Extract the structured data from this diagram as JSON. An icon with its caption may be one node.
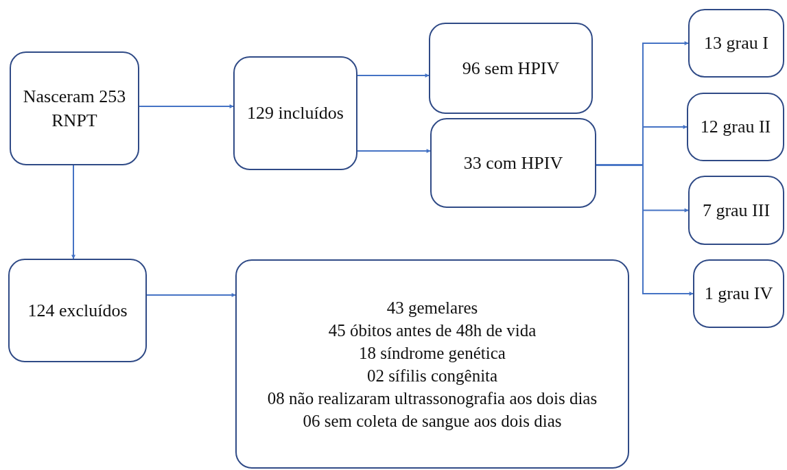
{
  "diagram": {
    "nodes": [
      {
        "text": [
          "Nasceram 253 RNPT"
        ]
      },
      {
        "text": [
          "129 incluídos"
        ]
      },
      {
        "text": [
          "96 sem HPIV"
        ]
      },
      {
        "text": [
          "33 com HPIV"
        ]
      },
      {
        "text": [
          "13 grau I"
        ]
      },
      {
        "text": [
          "12 grau II"
        ]
      },
      {
        "text": [
          "7 grau III"
        ]
      },
      {
        "text": [
          "1 grau IV"
        ]
      },
      {
        "text": [
          "124 excluídos"
        ]
      },
      {
        "text": [
          "43 gemelares",
          "45 óbitos antes de 48h de vida",
          "18 síndrome genética",
          "02 sífilis congênita",
          "08 não realizaram ultrassonografia aos dois dias",
          "06 sem coleta de sangue aos dois dias"
        ]
      }
    ],
    "edges": [
      {
        "from": 0,
        "to": 1,
        "arrow": "to"
      },
      {
        "from": 1,
        "to": 2,
        "arrow": "to"
      },
      {
        "from": 1,
        "to": 3,
        "arrow": "to"
      },
      {
        "from": 3,
        "to": 4,
        "arrow": "to"
      },
      {
        "from": 3,
        "to": 5,
        "arrow": "to"
      },
      {
        "from": 3,
        "to": 6,
        "arrow": "to"
      },
      {
        "from": 3,
        "to": 7,
        "arrow": "to"
      },
      {
        "from": 0,
        "to": 8,
        "arrow": "to"
      },
      {
        "from": 8,
        "to": 9,
        "arrow": "to"
      }
    ]
  }
}
